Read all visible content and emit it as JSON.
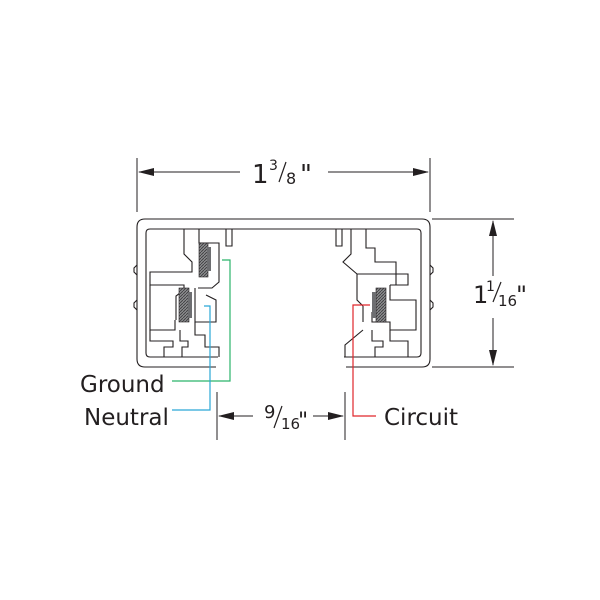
{
  "dimensions": {
    "width": {
      "whole": "1",
      "num": "3",
      "den": "8",
      "unit": "\""
    },
    "height": {
      "whole": "1",
      "num": "1",
      "den": "16",
      "unit": "\""
    },
    "gap": {
      "whole": "",
      "num": "9",
      "den": "16",
      "unit": "\""
    }
  },
  "labels": {
    "ground": "Ground",
    "neutral": "Neutral",
    "circuit": "Circuit"
  },
  "colors": {
    "outline": "#231f20",
    "ground_wire": "#2bb36b",
    "neutral_wire": "#2aa7d6",
    "circuit_wire": "#e0262b",
    "conductor_fill": "#6d6e71"
  }
}
